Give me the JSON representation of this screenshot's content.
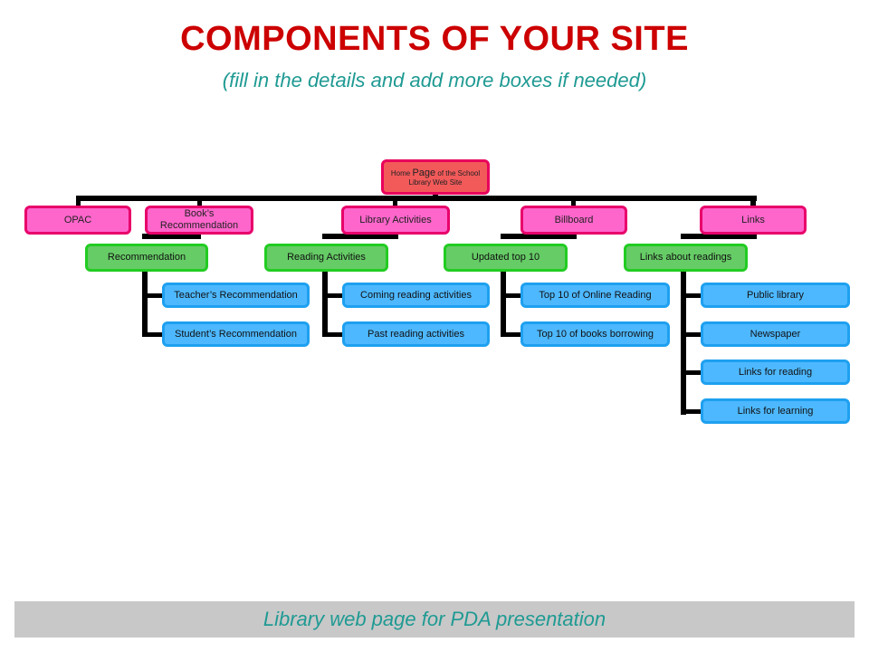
{
  "title": "COMPONENTS OF YOUR SITE",
  "subtitle": "(fill in the details and add more boxes if needed)",
  "root": {
    "line1_pre": "Home ",
    "line1_big": "Page",
    "line1_post": " of the School",
    "line2": "Library Web Site"
  },
  "level1": [
    "OPAC",
    "Book’s Recommendation",
    "Library Activities",
    "Billboard",
    "Links"
  ],
  "level2": [
    "Recommendation",
    "Reading Activities",
    "Updated top  10",
    "Links about readings"
  ],
  "recommendation_items": [
    "Teacher’s Recommendation",
    "Student’s Recommendation"
  ],
  "reading_items": [
    "Coming reading activities",
    "Past reading activities"
  ],
  "top10_items": [
    "Top 10 of Online  Reading",
    "Top 10 of books borrowing"
  ],
  "links_items": [
    "Public library",
    "Newspaper",
    "Links for reading",
    "Links for learning"
  ],
  "footer": "Library web page for PDA presentation",
  "colors": {
    "title": "#cc0000",
    "subtitle": "#1f9a93",
    "root_fill": "#f25a5a",
    "level1_fill": "#ff66cc",
    "level2_fill": "#66cc66",
    "level3_fill": "#4db8ff"
  }
}
